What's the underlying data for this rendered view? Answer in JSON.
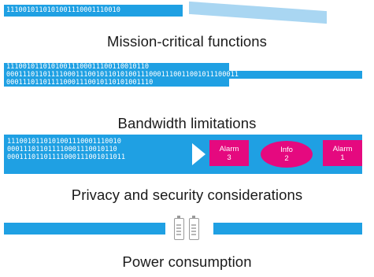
{
  "rows": {
    "mission": {
      "caption": "Mission-critical functions",
      "lines": [
        "1110010110101001110001110010"
      ]
    },
    "bandwidth": {
      "caption": "Bandwidth limitations",
      "lines": [
        "11100101101010011100011100110010110",
        "000111011011110001110010110101001110001110011001011100011",
        "000111011011110001110010110101001110"
      ]
    },
    "privacy": {
      "caption": "Privacy and security considerations",
      "lines": [
        "1110010110101001110001110010",
        "000111011011110001110010110",
        "00011101101111000111001011011"
      ],
      "messages": [
        {
          "label": "Alarm",
          "number": "3"
        },
        {
          "label": "Info",
          "number": "2"
        },
        {
          "label": "Alarm",
          "number": "1"
        }
      ]
    },
    "power": {
      "caption": "Power consumption"
    }
  },
  "colors": {
    "stream": "#1fa0e3",
    "message": "#e5097f"
  }
}
